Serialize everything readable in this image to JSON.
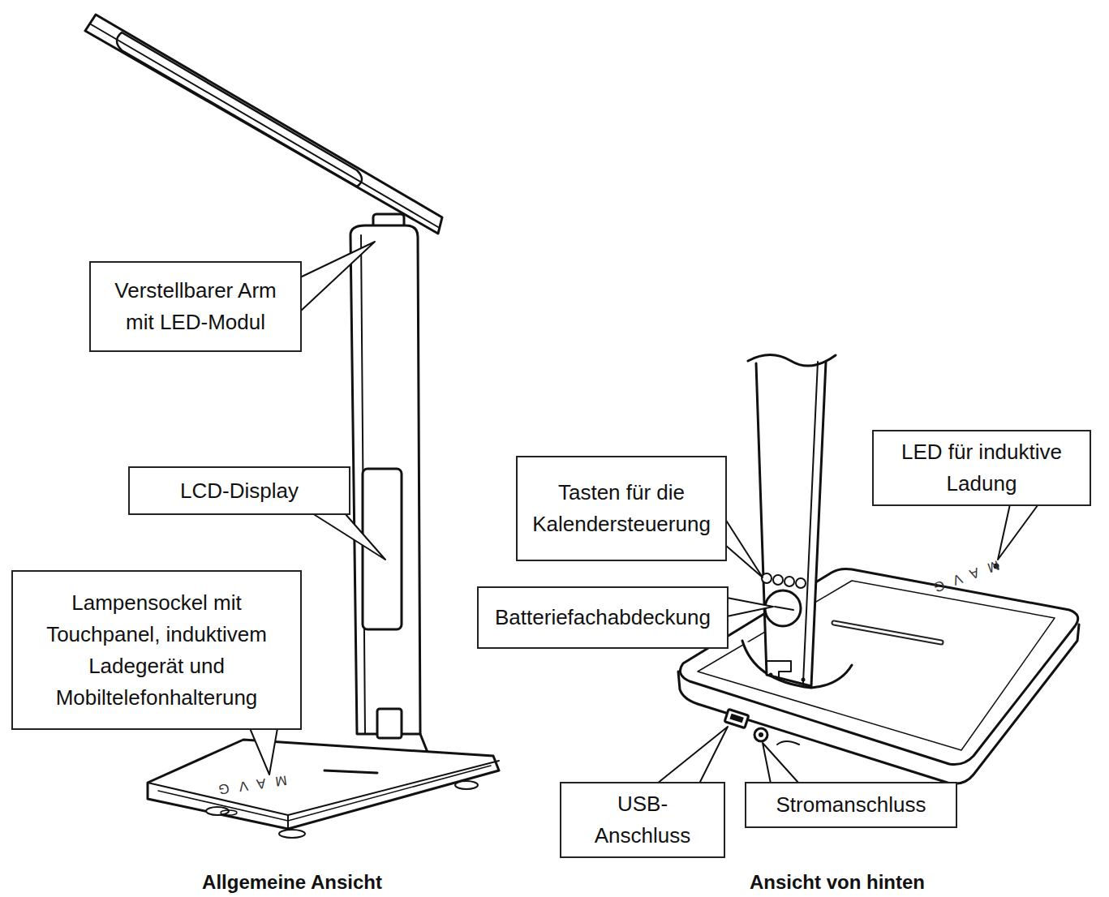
{
  "diagram": {
    "nodes": [
      {
        "text": [
          "Verstellbarer Arm mit LED-Modul"
        ]
      },
      {
        "text": [
          "LCD-Display"
        ]
      },
      {
        "text": [
          "Lampensockel mit Touchpanel, induktivem Ladegerät und Mobiltelefonhalterung"
        ]
      },
      {
        "text": [
          "LED für induktive Ladung"
        ]
      },
      {
        "text": [
          "Tasten für die Kalendersteuerung"
        ]
      },
      {
        "text": [
          "Batteriefachabdeckung"
        ]
      },
      {
        "text": [
          "USB-Anschluss"
        ]
      },
      {
        "text": [
          "Stromanschluss"
        ]
      }
    ],
    "labels": [
      "MAVG",
      "MAVG",
      "Allgemeine Ansicht",
      "Ansicht von hinten"
    ]
  }
}
